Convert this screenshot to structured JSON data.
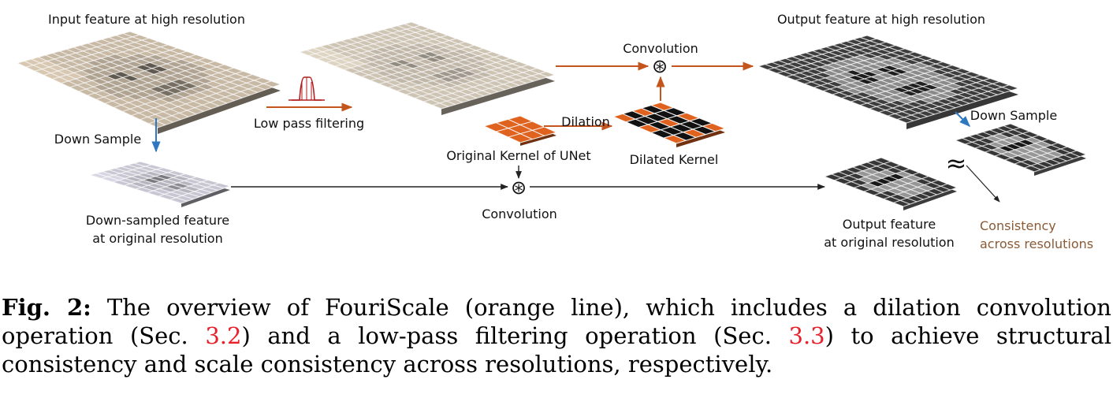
{
  "colors": {
    "orange": "#c4561d",
    "blue": "#2e78c0",
    "black": "#222222",
    "consistency_text": "#8a5a35",
    "kernel_orange": "#e0621f",
    "ref_red": "#e8202a"
  },
  "labels": {
    "input_feature": "Input feature at high resolution",
    "output_feature_high": "Output feature at high resolution",
    "down_sample_left": "Down Sample",
    "down_sample_right": "Down Sample",
    "low_pass": "Low pass filtering",
    "convolution_top": "Convolution",
    "convolution_bottom": "Convolution",
    "dilation": "Dilation",
    "original_kernel": "Original Kernel of UNet",
    "dilated_kernel": "Dilated Kernel",
    "downsampled_line1": "Down-sampled feature",
    "downsampled_line2": "at original resolution",
    "output_orig_line1": "Output feature",
    "output_orig_line2": "at original resolution",
    "consistency_line1": "Consistency",
    "consistency_line2": "across resolutions",
    "conv_symbol": "⊛",
    "approx_symbol": "≈"
  },
  "caption": {
    "fig_label": "Fig. 2:",
    "part1": " The overview of FouriScale (orange line), which includes a dilation convolution operation (Sec. ",
    "ref1": "3.2",
    "part2": ") and a low-pass filtering operation (Sec. ",
    "ref2": "3.3",
    "part3": ") to achieve structural consistency and scale consistency across resolutions, respectively."
  }
}
